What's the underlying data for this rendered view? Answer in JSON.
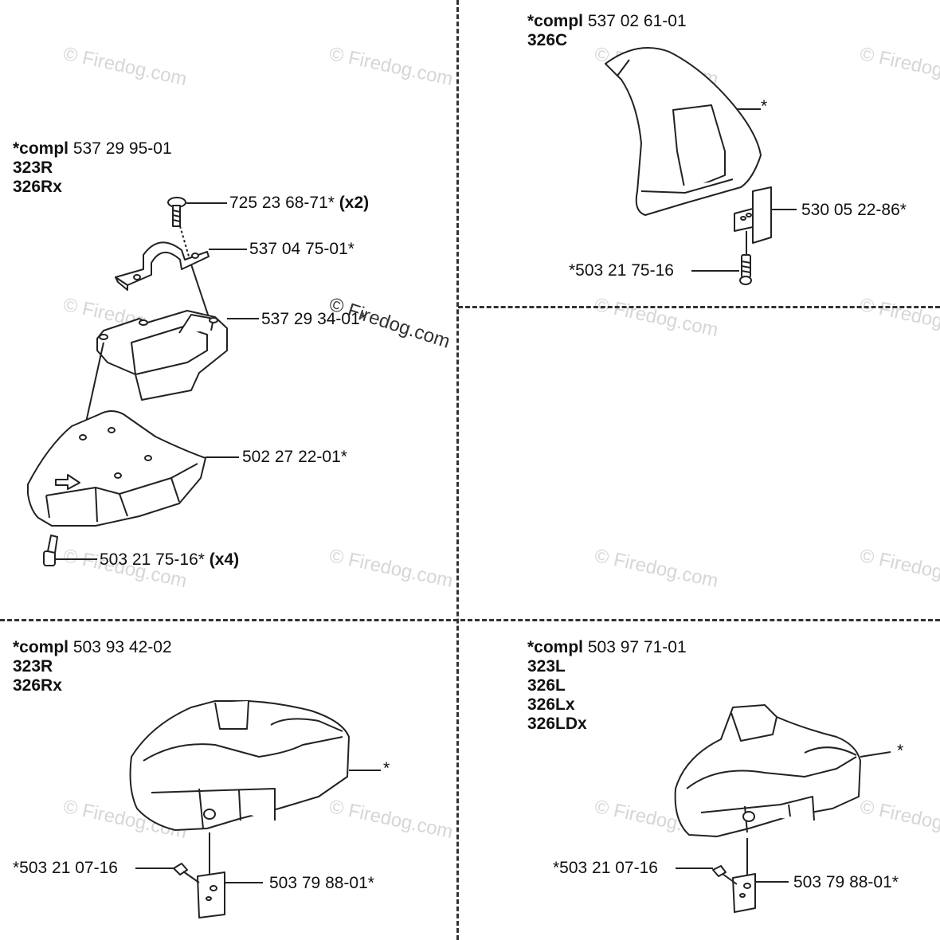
{
  "watermark": "© Firedog.com",
  "sections": {
    "top_left": {
      "compl_label": "*compl",
      "part_no": "537 29 95-01",
      "models": [
        "323R",
        "326Rx"
      ],
      "callouts": [
        {
          "number": "725 23 68-71*",
          "qty": "(x2)"
        },
        {
          "number": "537 04 75-01*",
          "qty": ""
        },
        {
          "number": "537 29 34-01*",
          "qty": ""
        },
        {
          "number": "502 27 22-01*",
          "qty": ""
        },
        {
          "number": "503 21 75-16*",
          "qty": "(x4)"
        }
      ]
    },
    "top_right": {
      "compl_label": "*compl",
      "part_no": "537 02 61-01",
      "models": [
        "326C"
      ],
      "callouts": [
        {
          "number": "*",
          "qty": ""
        },
        {
          "number": "530 05 22-86*",
          "qty": ""
        },
        {
          "number": "*503 21 75-16",
          "qty": ""
        }
      ]
    },
    "bottom_left": {
      "compl_label": "*compl",
      "part_no": "503 93 42-02",
      "models": [
        "323R",
        "326Rx"
      ],
      "callouts": [
        {
          "number": "*",
          "qty": ""
        },
        {
          "number": "*503 21 07-16",
          "qty": ""
        },
        {
          "number": "503 79 88-01*",
          "qty": ""
        }
      ]
    },
    "bottom_right": {
      "compl_label": "*compl",
      "part_no": "503 97 71-01",
      "models": [
        "323L",
        "326L",
        "326Lx",
        "326LDx"
      ],
      "callouts": [
        {
          "number": "*",
          "qty": ""
        },
        {
          "number": "*503 21 07-16",
          "qty": ""
        },
        {
          "number": "503 79 88-01*",
          "qty": ""
        }
      ]
    }
  }
}
